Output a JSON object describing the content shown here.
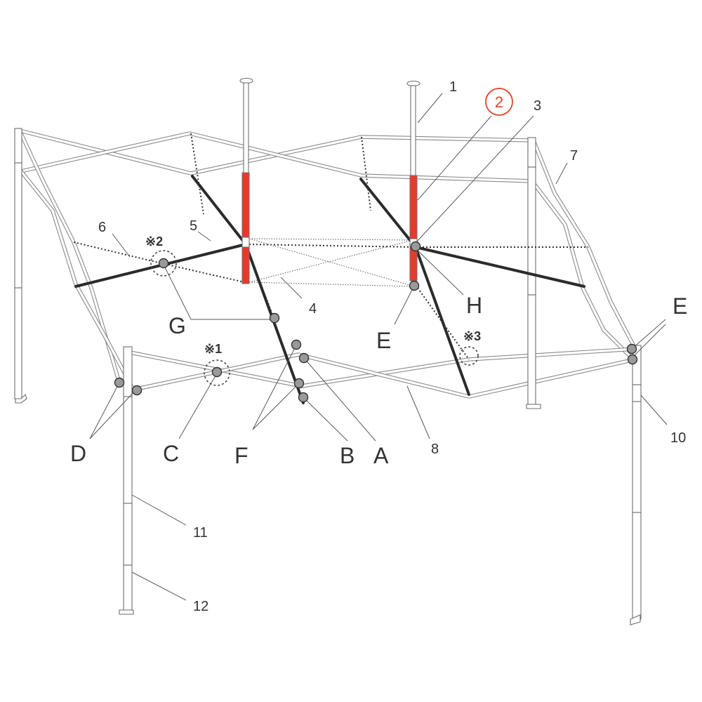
{
  "diagram": {
    "part_numbers": {
      "n1": "1",
      "n2": "2",
      "n3": "3",
      "n4": "4",
      "n5": "5",
      "n6": "6",
      "n7": "7",
      "n8": "8",
      "n10": "10",
      "n11": "11",
      "n12": "12"
    },
    "joint_letters": {
      "A": "A",
      "B": "B",
      "C": "C",
      "D": "D",
      "E1": "E",
      "E2": "E",
      "F": "F",
      "G": "G",
      "H": "H"
    },
    "reference_marks": {
      "r1": "※1",
      "r2": "※2",
      "r3": "※3"
    },
    "colors": {
      "highlight": "#e8392b",
      "highlight_circle": "#d9482a",
      "frame_outline": "#8a8a8a",
      "dark_strut": "#2b2b2b",
      "joint_fill": "#9a9a9a"
    }
  }
}
